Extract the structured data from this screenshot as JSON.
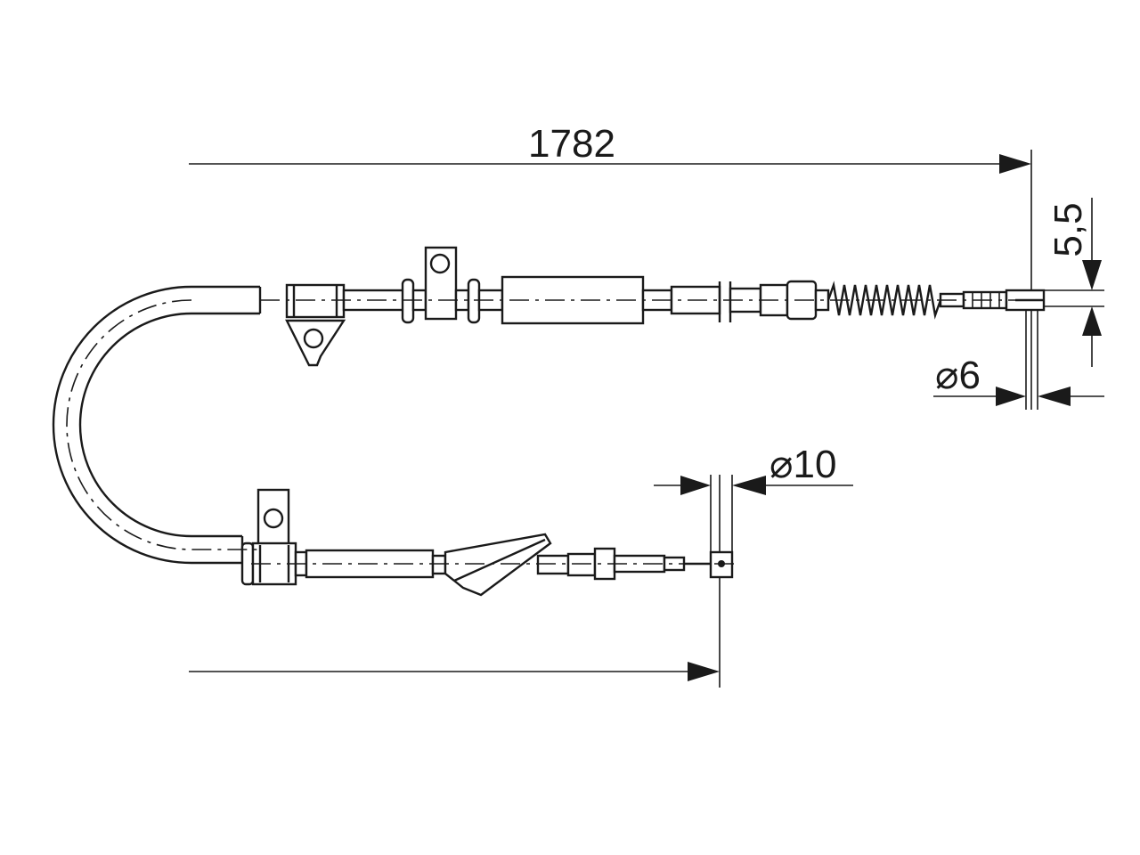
{
  "dimensions": {
    "overall_length": "1782",
    "end_offset": "5,5",
    "end_diameter": "⌀6",
    "fitting_diameter": "⌀10"
  }
}
